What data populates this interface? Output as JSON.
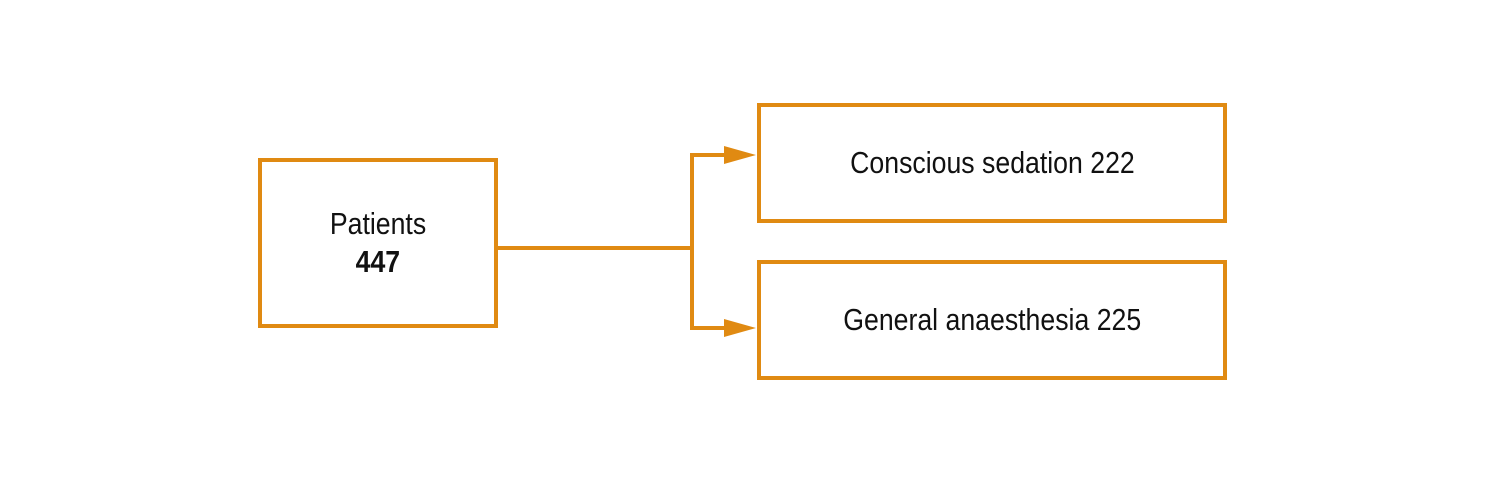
{
  "colors": {
    "accent": "#e08a12",
    "text": "#111111",
    "background": "#ffffff"
  },
  "nodes": {
    "patients": {
      "label": "Patients",
      "count": "447"
    },
    "conscious_sedation": {
      "label": "Conscious sedation",
      "count": "222"
    },
    "general_anaesthesia": {
      "label": "General anaesthesia",
      "count": "225"
    }
  }
}
